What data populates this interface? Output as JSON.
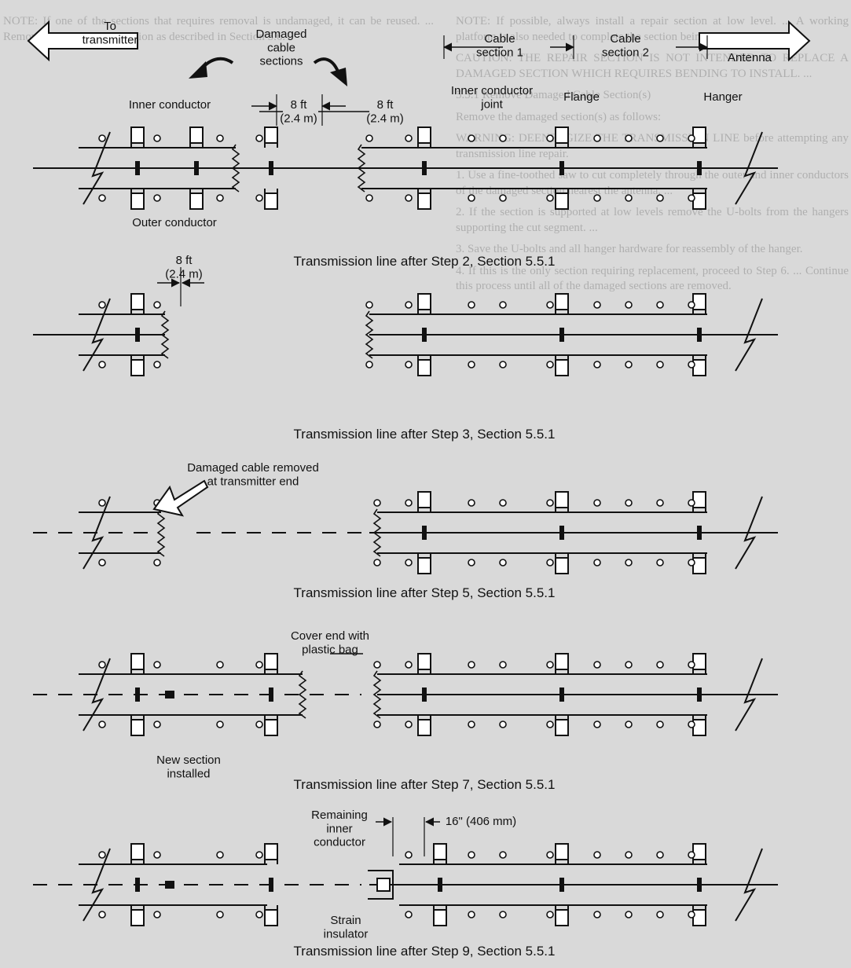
{
  "background": {
    "left_note": "NOTE: If one of the sections that requires removal is undamaged, it can be reused. ... Remove the undamaged section as described in Section 5.6.",
    "right_paragraphs": [
      "NOTE: If possible, always install a repair section at low level. ... A working platform is also needed to complete the section being replaced.",
      "CAUTION: THE REPAIR SECTION IS NOT INTENDED TO REPLACE A DAMAGED SECTION WHICH REQUIRES BENDING TO INSTALL. ...",
      "5.5.1 Remove Damaged Cable Section(s)",
      "Remove the damaged section(s) as follows:",
      "WARNING: DEENERGIZE THE TRANSMISSION LINE before attempting any transmission line repair.",
      "1. Use a fine-toothed saw to cut completely through the outer and inner conductors of the damaged section nearest the antenna. ...",
      "2. If the section is supported at low levels remove the U-bolts from the hangers supporting the cut segment. ...",
      "3. Save the U-bolts and all hanger hardware for reassembly of the hanger.",
      "4. If this is the only section requiring replacement, proceed to Step 6. ... Continue this process until all of the damaged sections are removed."
    ]
  },
  "labels": {
    "to_transmitter": "To\ntransmitter",
    "damaged_sections": "Damaged\ncable\nsections",
    "cable_section_1": "Cable\nsection 1",
    "cable_section_2": "Cable\nsection 2",
    "antenna": "Antenna",
    "inner_conductor": "Inner conductor",
    "inner_conductor_joint": "Inner conductor\njoint",
    "flange": "Flange",
    "hanger": "Hanger",
    "outer_conductor": "Outer conductor",
    "dim_8ft": "8 ft\n(2.4 m)",
    "damaged_removed": "Damaged cable removed\nat transmitter end",
    "cover_end": "Cover end with\nplastic bag",
    "new_section": "New section\ninstalled",
    "dim_16in": "16\" (406 mm)",
    "remaining_inner": "Remaining\ninner\nconductor",
    "strain_insulator": "Strain\ninsulator"
  },
  "captions": {
    "step2": "Transmission line after Step 2, Section 5.5.1",
    "step3": "Transmission line after Step 3, Section 5.5.1",
    "step5": "Transmission line after Step 5, Section 5.5.1",
    "step7": "Transmission line after Step 7, Section 5.5.1",
    "step9": "Transmission line after Step 9, Section 5.5.1"
  }
}
